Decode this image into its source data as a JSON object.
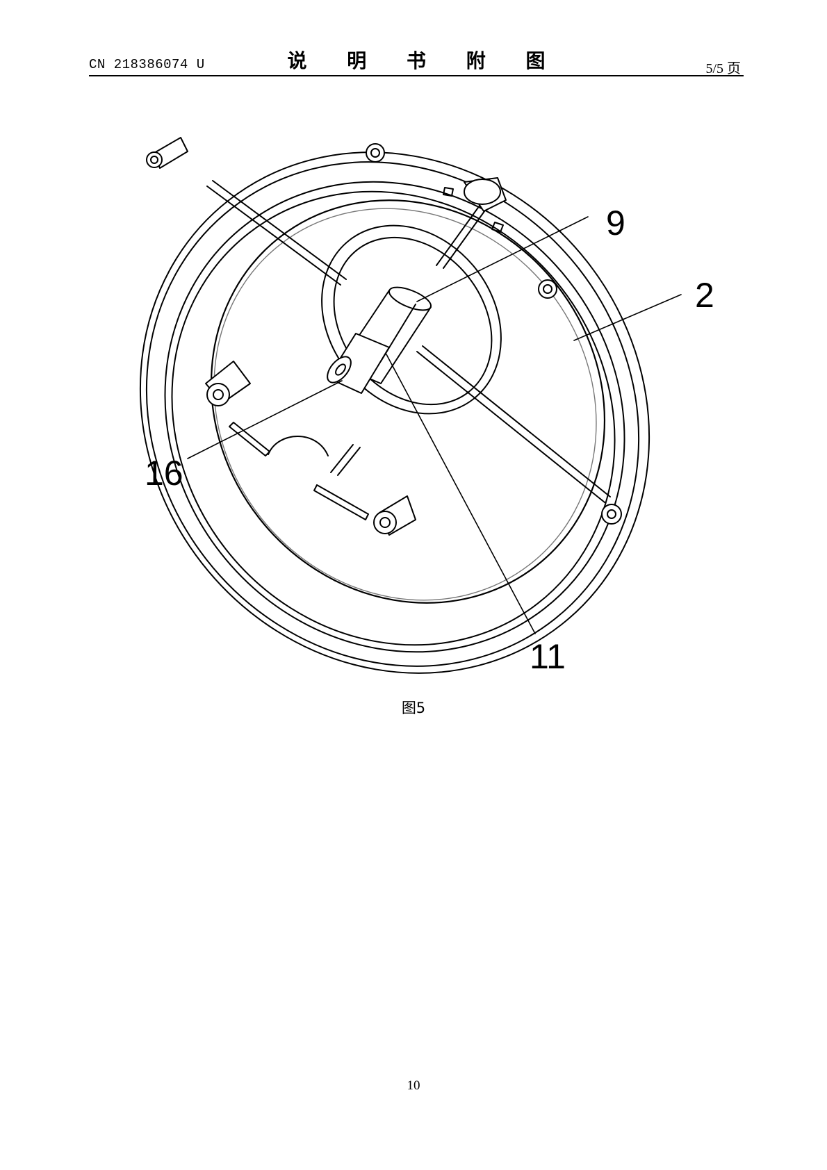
{
  "header": {
    "publication_number": "CN 218386074 U",
    "title": "说 明 书 附 图",
    "page_count": "5/5 页"
  },
  "figure": {
    "drawing": "line-drawing",
    "reference_labels": {
      "label_9": "9",
      "label_2": "2",
      "label_16": "16",
      "label_11": "11"
    },
    "caption": "图5"
  },
  "footer": {
    "page_number": "10"
  }
}
